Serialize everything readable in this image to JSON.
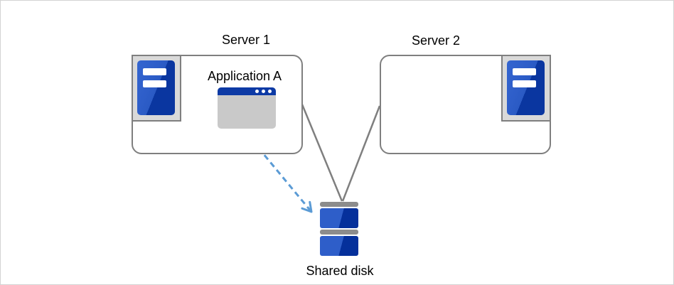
{
  "diagram": {
    "server1": {
      "title": "Server 1",
      "application_label": "Application A"
    },
    "server2": {
      "title": "Server 2"
    },
    "shared_disk": {
      "label": "Shared disk"
    },
    "connections": [
      {
        "from": "server1",
        "to": "shared_disk",
        "style": "solid-gray-line"
      },
      {
        "from": "server2",
        "to": "shared_disk",
        "style": "solid-gray-line"
      },
      {
        "from": "application-a-window",
        "to": "shared_disk",
        "style": "dashed-blue-arrow"
      }
    ],
    "colors": {
      "box_border_gray": "#7f7f7f",
      "icon_container_gray": "#d9d9d9",
      "window_body_gray": "#c9c9c9",
      "window_titlebar_navy": "#0d3aa5",
      "tower_royal_blue": "#2e5ec9",
      "tower_navy_blue": "#0a36a0",
      "disk_bar_gray": "#8c8c8c",
      "dashed_arrow_blue": "#5b9bd5",
      "text_color": "#000000",
      "outer_frame_gray": "#d3d3d3"
    }
  }
}
